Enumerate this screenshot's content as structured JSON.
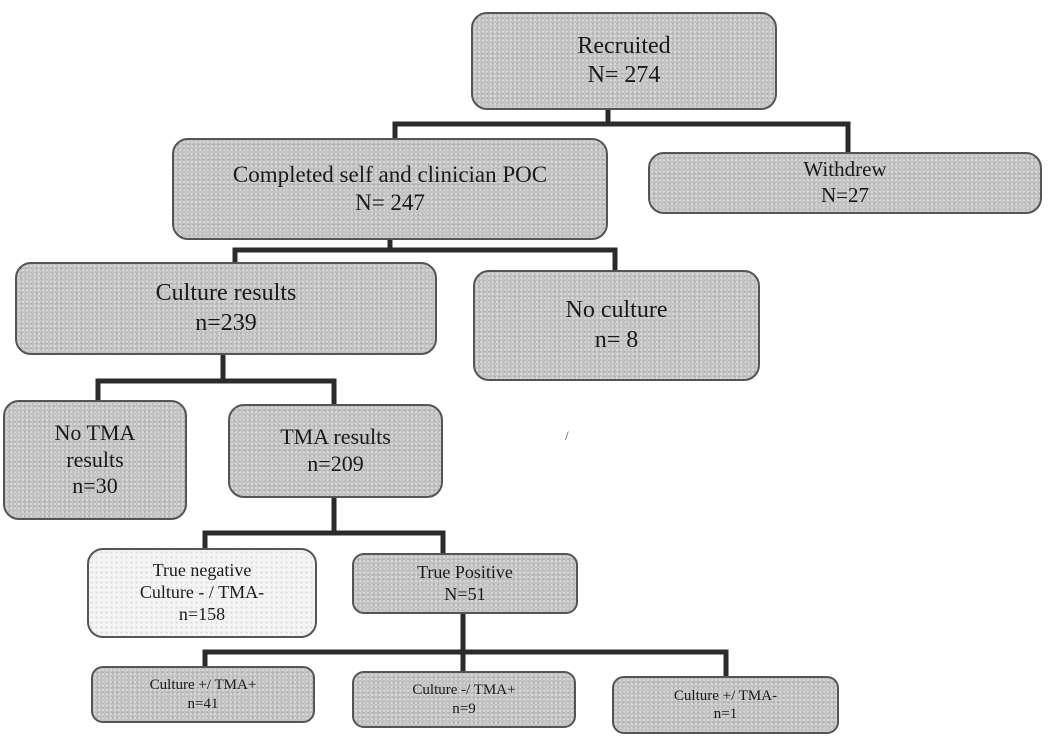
{
  "nodes": {
    "recruited": {
      "lines": [
        "Recruited",
        "N= 274"
      ]
    },
    "completed": {
      "lines": [
        "Completed self and clinician POC",
        "N= 247"
      ]
    },
    "withdrew": {
      "lines": [
        "Withdrew",
        "N=27"
      ]
    },
    "culture": {
      "lines": [
        "Culture results",
        "n=239"
      ]
    },
    "no_culture": {
      "lines": [
        "No culture",
        "n= 8"
      ]
    },
    "no_tma": {
      "lines": [
        "No TMA",
        "results",
        "n=30"
      ]
    },
    "tma": {
      "lines": [
        "TMA results",
        "n=209"
      ]
    },
    "true_negative": {
      "lines": [
        "True negative",
        "Culture - / TMA-",
        "n=158"
      ]
    },
    "true_positive": {
      "lines": [
        "True Positive",
        "N=51"
      ]
    },
    "culture_pos_tma_pos": {
      "lines": [
        "Culture +/ TMA+",
        "n=41"
      ]
    },
    "culture_neg_tma_pos": {
      "lines": [
        "Culture -/ TMA+",
        "n=9"
      ]
    },
    "culture_pos_tma_neg": {
      "lines": [
        "Culture +/ TMA-",
        "n=1"
      ]
    }
  },
  "stray_mark": "/",
  "colors": {
    "box_fill": "#c4c4c4",
    "box_fill_light": "#f4f4f4",
    "border": "#555555",
    "connector": "#2b2b2b"
  }
}
